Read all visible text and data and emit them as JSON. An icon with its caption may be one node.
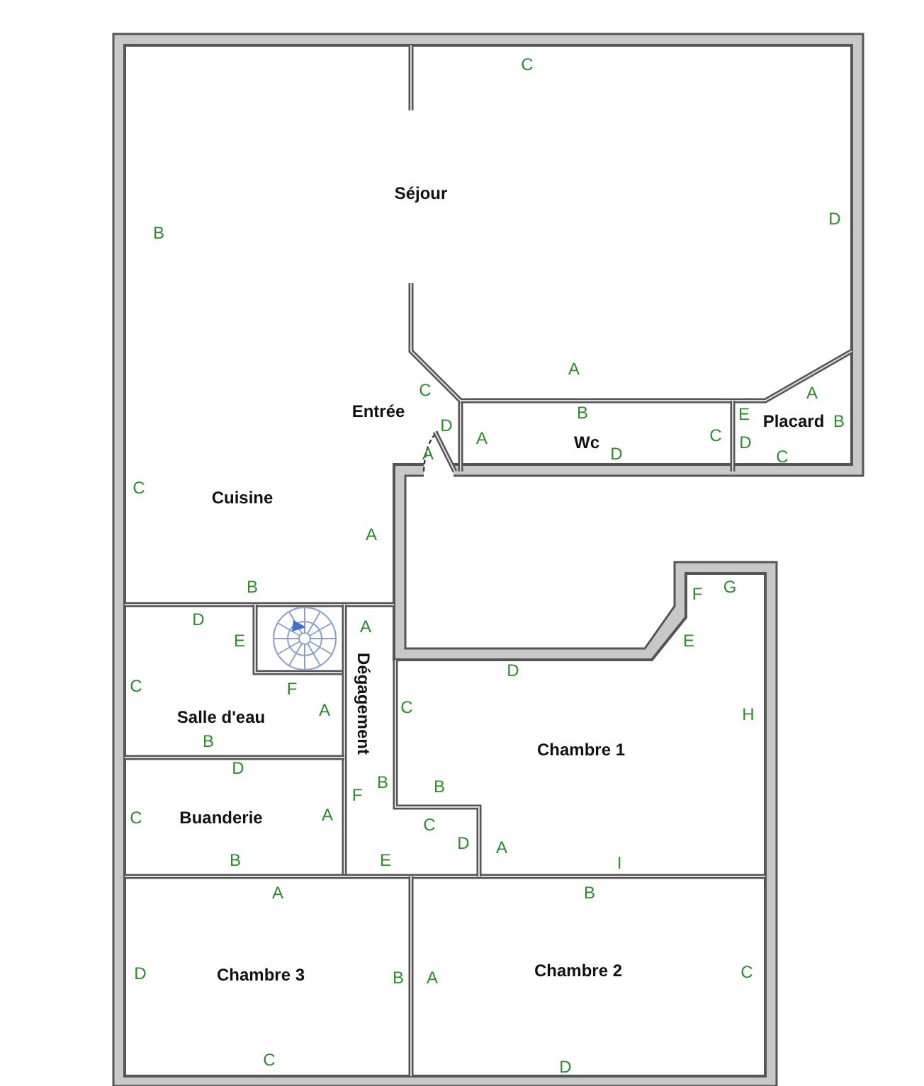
{
  "diagram": {
    "nodes": [
      {
        "text": [
          "Séjour"
        ]
      },
      {
        "text": [
          "Entrée"
        ]
      },
      {
        "text": [
          "Wc"
        ]
      },
      {
        "text": [
          "Placard"
        ]
      },
      {
        "text": [
          "Cuisine"
        ]
      },
      {
        "text": [
          "Salle d'eau"
        ]
      },
      {
        "text": [
          "Dégagement"
        ]
      },
      {
        "text": [
          "Chambre 1"
        ]
      },
      {
        "text": [
          "Buanderie"
        ]
      },
      {
        "text": [
          "Chambre 3"
        ]
      },
      {
        "text": [
          "Chambre 2"
        ]
      }
    ],
    "labels": [
      "C",
      "D",
      "B",
      "A",
      "C",
      "A",
      "D",
      "B",
      "E",
      "B",
      "A",
      "A",
      "D",
      "C",
      "D",
      "C",
      "C",
      "A",
      "B",
      "G",
      "F",
      "D",
      "A",
      "E",
      "E",
      "D",
      "C",
      "A",
      "F",
      "C",
      "H",
      "B",
      "D",
      "B",
      "B",
      "F",
      "C",
      "A",
      "C",
      "D",
      "A",
      "B",
      "E",
      "I",
      "A",
      "B",
      "D",
      "B",
      "A",
      "C",
      "C",
      "D"
    ]
  }
}
